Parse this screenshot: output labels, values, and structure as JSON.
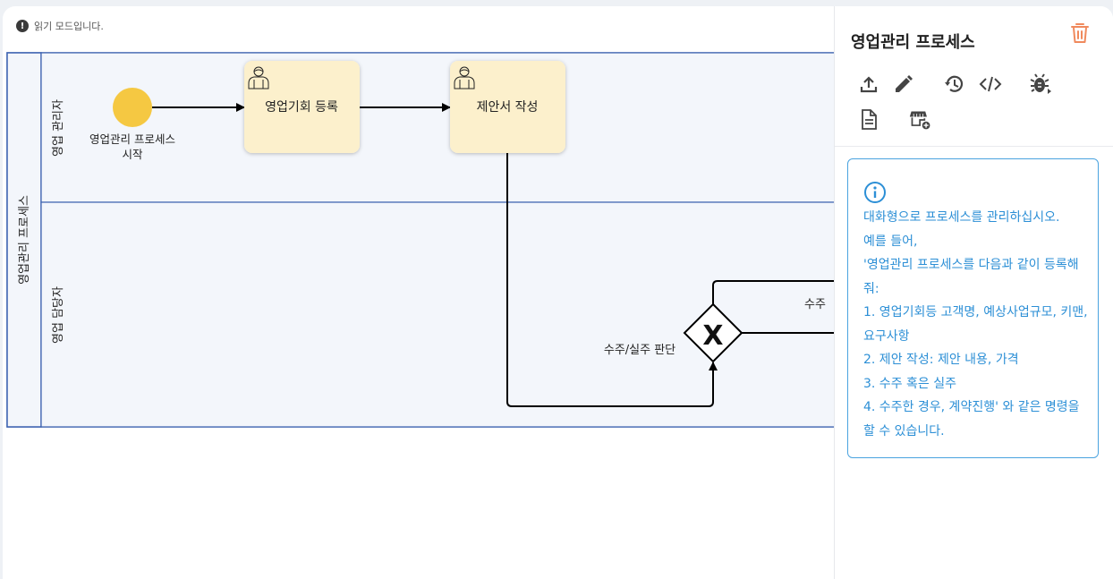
{
  "read_mode_text": "읽기 모드입니다.",
  "pool": {
    "label": "영업관리 프로세스",
    "lanes": [
      {
        "label": "영업 관리자"
      },
      {
        "label": "영업 담당자"
      }
    ]
  },
  "start_event": {
    "label_line1": "영업관리 프로세스",
    "label_line2": "시작"
  },
  "tasks": [
    {
      "label": "영업기회 등록"
    },
    {
      "label": "제안서 작성"
    }
  ],
  "gateway": {
    "label": "수주/실주 판단",
    "flow_label": "수주"
  },
  "colors": {
    "start_event": "#f5c842",
    "task_fill": "#fcf0cc",
    "lane_fill": "#f3f6fb",
    "pool_border": "#3e64b1",
    "info_text": "#2c8fd6",
    "trash": "#f08a5d"
  },
  "panel": {
    "title": "영업관리 프로세스",
    "toolbar_icons": [
      "upload-icon",
      "pencil-icon",
      "history-icon",
      "code-icon",
      "bug-icon",
      "document-icon",
      "store-add-icon"
    ],
    "info_lines": [
      "대화형으로 프로세스를 관리하십시오.",
      "예를 들어,",
      "'영업관리 프로세스를 다음과 같이 등록해",
      "줘:",
      "1. 영업기회등 고객명, 예상사업규모, 키맨,",
      "요구사항",
      "2. 제안 작성: 제안 내용, 가격",
      "3. 수주 혹은 실주",
      "4. 수주한 경우, 계약진행' 와 같은 명령을",
      "할 수 있습니다."
    ]
  }
}
